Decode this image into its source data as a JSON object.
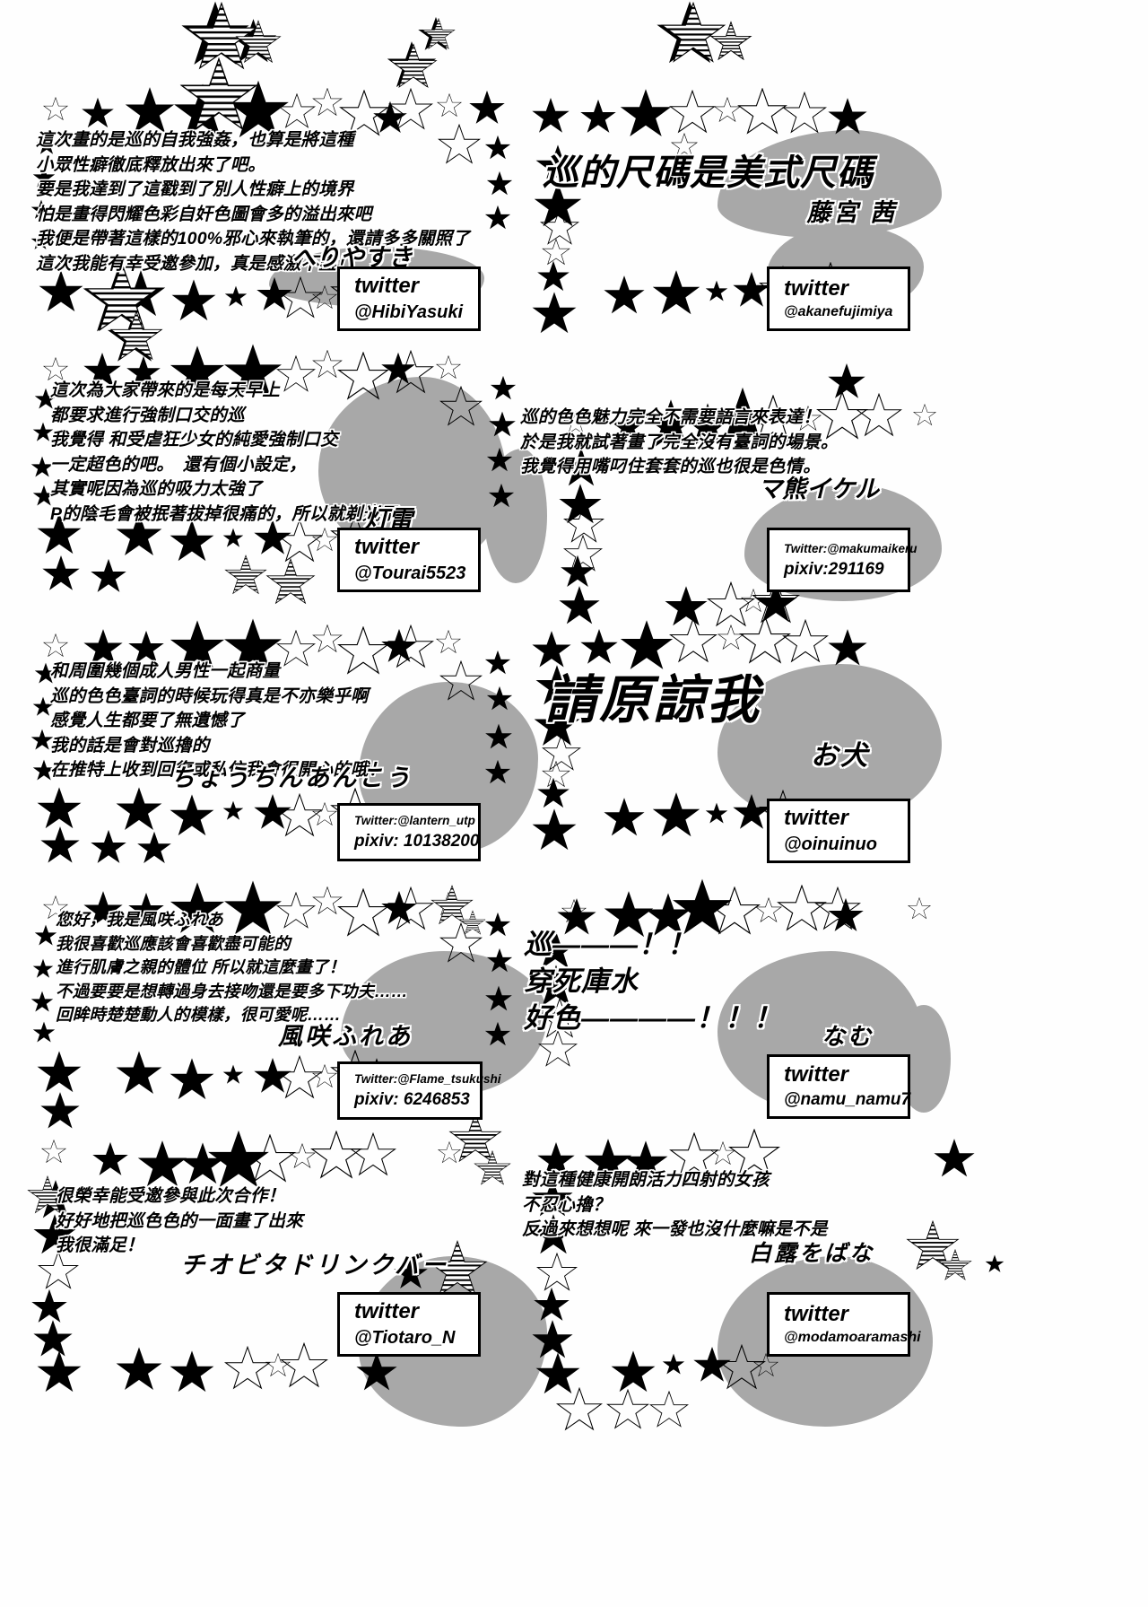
{
  "page": {
    "title": "Doujinshi afterword credits page",
    "background_color": "#ffffff",
    "ink_color": "#000000",
    "blob_color": "#a8a8a8"
  },
  "panels": [
    {
      "id": "panel-1",
      "comment": "這次畫的是巡的自我強姦，也算是將這種\n小眾性癖徹底釋放出來了吧。\n要是我達到了這戳到了別人性癖上的境界\n怕是畫得閃耀色彩自奸色圖會多的溢出來吧\n我便是帶著這樣的100%邪心來執筆的，還請多多關照了\n這次我能有幸受邀參加，真是感激不盡！",
      "signature": "へりやすき",
      "info_line1": "twitter",
      "info_line2": "@HibiYasuki"
    },
    {
      "id": "panel-2",
      "headline": "巡的尺碼是美式尺碼",
      "signature": "藤宮 茜",
      "info_line1": "twitter",
      "info_line2": "@akanefujimiya"
    },
    {
      "id": "panel-3",
      "comment": "這次為大家帶來的是每天早上\n都要求進行強制口交的巡\n我覺得 和受虐狂少女的純愛強制口交\n一定超色的吧。　還有個小設定，\n其實呢因為巡的吸力太強了\nP的陰毛會被抿著拔掉很痛的，所以就剃光了。",
      "signature": "灯雷",
      "info_line1": "twitter",
      "info_line2": "@Tourai5523"
    },
    {
      "id": "panel-4",
      "comment": "巡的色色魅力完全不需要語言來表達！\n於是我就試著畫了完全沒有臺詞的場景。\n我覺得用嘴叼住套套的巡也很是色情。",
      "signature": "マ熊イケル",
      "info_line1": "Twitter:@makumaikeru",
      "info_line2": "pixiv:291169"
    },
    {
      "id": "panel-5",
      "comment": "和周圍幾個成人男性一起商量\n巡的色色臺詞的時候玩得真是不亦樂乎啊\n感覺人生都要了無遺憾了\n我的話是會對巡擼的\n在推特上收到回復或私信我會很開心的哦！",
      "signature": "ちょうちんあんこう",
      "info_line1": "Twitter:@lantern_utp",
      "info_line2": "pixiv: 10138200"
    },
    {
      "id": "panel-6",
      "headline": "請原諒我",
      "signature": "お犬",
      "info_line1": "twitter",
      "info_line2": "@oinuinuo"
    },
    {
      "id": "panel-7",
      "comment": "您好，我是風咲ふれあ\n我很喜歡巡應該會喜歡盡可能的\n進行肌膚之親的體位 所以就這麼畫了！\n不過要要是想轉過身去接吻還是要多下功夫……\n回眸時楚楚動人的模樣，很可愛呢……",
      "signature": "風咲ふれあ",
      "info_line1": "Twitter:@Flame_tsukushi",
      "info_line2": "pixiv: 6246853"
    },
    {
      "id": "panel-8",
      "headline": "巡———！！\n穿死庫水\n好色————！！！",
      "signature": "なむ",
      "info_line1": "twitter",
      "info_line2": "@namu_namu7"
    },
    {
      "id": "panel-9",
      "comment": "很榮幸能受邀參與此次合作！\n好好地把巡色色的一面畫了出來\n我很滿足！",
      "signature": "チオビタドリンクバー",
      "info_line1": "twitter",
      "info_line2": "@Tiotaro_N"
    },
    {
      "id": "panel-10",
      "comment": "對這種健康開朗活力四射的女孩\n不忍心擼？\n反過來想想呢 來一發也沒什麼嘛是不是",
      "signature": "白露をばな",
      "info_line1": "twitter",
      "info_line2": "@modamoaramashi"
    }
  ]
}
